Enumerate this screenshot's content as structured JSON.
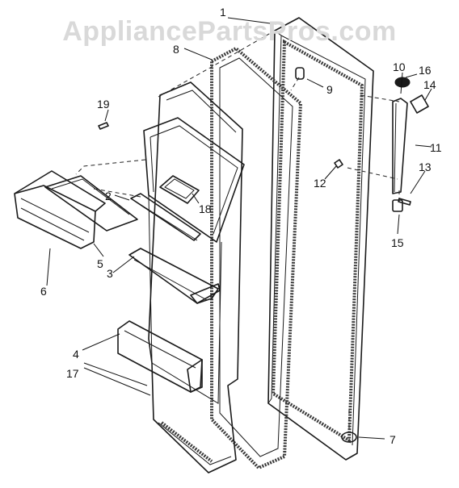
{
  "watermark": "AppliancePartsPros.com",
  "callouts": [
    "1",
    "8",
    "9",
    "10",
    "16",
    "14",
    "19",
    "11",
    "13",
    "12",
    "2",
    "18",
    "15",
    "5",
    "6",
    "3",
    "4",
    "17",
    "7"
  ]
}
